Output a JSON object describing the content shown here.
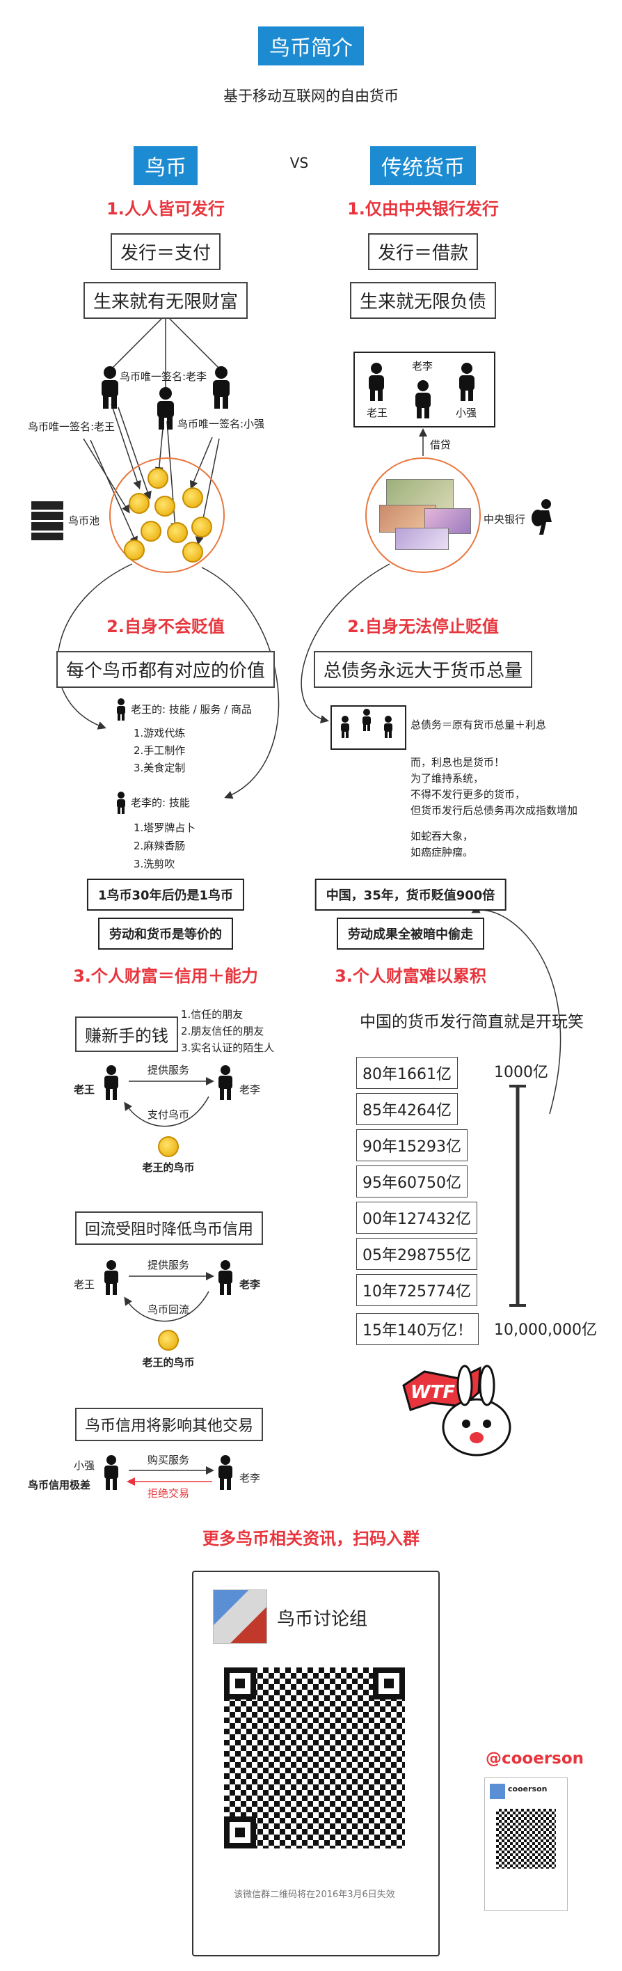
{
  "title": "鸟币简介",
  "subtitle": "基于移动互联网的自由货币",
  "left_header": "鸟币",
  "vs": "VS",
  "right_header": "传统货币",
  "colors": {
    "blue": "#1d8bd1",
    "red": "#e8353d"
  },
  "left": {
    "h1": "1.人人皆可发行",
    "box1": "发行＝支付",
    "box2": "生来就有无限财富",
    "sig_laoli": "鸟币唯一签名:老李",
    "sig_laowang": "鸟币唯一签名:老王",
    "sig_xiaoqiang": "鸟币唯一签名:小强",
    "pool_label": "鸟币池",
    "h2": "2.自身不会贬值",
    "box3": "每个鸟币都有对应的价值",
    "laowang_title": "老王的: 技能 / 服务 / 商品",
    "laowang_items": [
      "1.游戏代练",
      "2.手工制作",
      "3.美食定制"
    ],
    "laoli_title": "老李的: 技能",
    "laoli_items": [
      "1.塔罗牌占卜",
      "2.麻辣香肠",
      "3.洗剪吹"
    ],
    "stat1": "1鸟币30年后仍是1鸟币",
    "stat2": "劳动和货币是等价的",
    "h3": "3.个人财富＝信用＋能力",
    "box4": "赚新手的钱",
    "trust_items": [
      "1.信任的朋友",
      "2.朋友信任的朋友",
      "3.实名认证的陌生人"
    ],
    "laowang": "老王",
    "laoli": "老李",
    "provide_service": "提供服务",
    "pay_coin": "支付鸟币",
    "laowang_coin": "老王的鸟币",
    "box5": "回流受阻时降低鸟币信用",
    "coin_return": "鸟币回流",
    "box6": "鸟币信用将影响其他交易",
    "xiaoqiang": "小强",
    "credit_low": "鸟币信用极差",
    "buy_service": "购买服务",
    "refuse": "拒绝交易"
  },
  "right": {
    "h1": "1.仅由中央银行发行",
    "box1": "发行＝借款",
    "box2": "生来就无限负债",
    "laoli": "老李",
    "laowang": "老王",
    "xiaoqiang": "小强",
    "loan": "借贷",
    "central_bank": "中央银行",
    "h2": "2.自身无法停止贬值",
    "box3": "总债务永远大于货币总量",
    "debt_formula": "总债务＝原有货币总量＋利息",
    "para_lines": [
      "而，利息也是货币！",
      "为了维持系统，",
      "不得不发行更多的货币，",
      "但货币发行后总债务再次成指数增加",
      "",
      "如蛇吞大象，",
      "如癌症肿瘤。"
    ],
    "stat1": "中国，35年，货币贬值900倍",
    "stat2": "劳动成果全被暗中偷走",
    "h3": "3.个人财富难以累积",
    "joke": "中国的货币发行简直就是开玩笑",
    "years": [
      "80年1661亿",
      "85年4264亿",
      "90年15293亿",
      "95年60750亿",
      "00年127432亿",
      "05年298755亿",
      "10年725774亿",
      "15年140万亿！"
    ],
    "scale_top": "1000亿",
    "scale_bottom": "10,000,000亿",
    "wtf": "WTF"
  },
  "footer": {
    "cta": "更多鸟币相关资讯，扫码入群",
    "group_name": "鸟币讨论组",
    "qr_note": "该微信群二维码将在2016年3月6日失效",
    "handle": "@cooerson",
    "mini_name": "cooerson"
  }
}
